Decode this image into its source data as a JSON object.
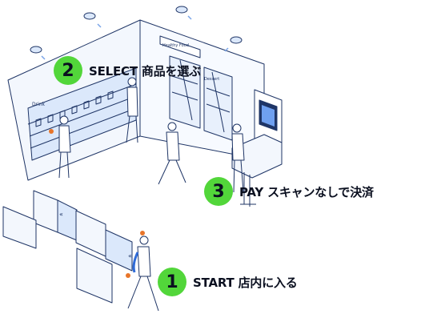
{
  "steps": [
    {
      "number": "1",
      "label": "START 店内に入る"
    },
    {
      "number": "2",
      "label": "SELECT 商品を選ぶ"
    },
    {
      "number": "3",
      "label": "PAY スキャンなしで決済"
    }
  ],
  "colors": {
    "badge": "#52d63a",
    "line": "#1f3566",
    "fill": "#dbe8fb",
    "accent": "#e8752a"
  }
}
